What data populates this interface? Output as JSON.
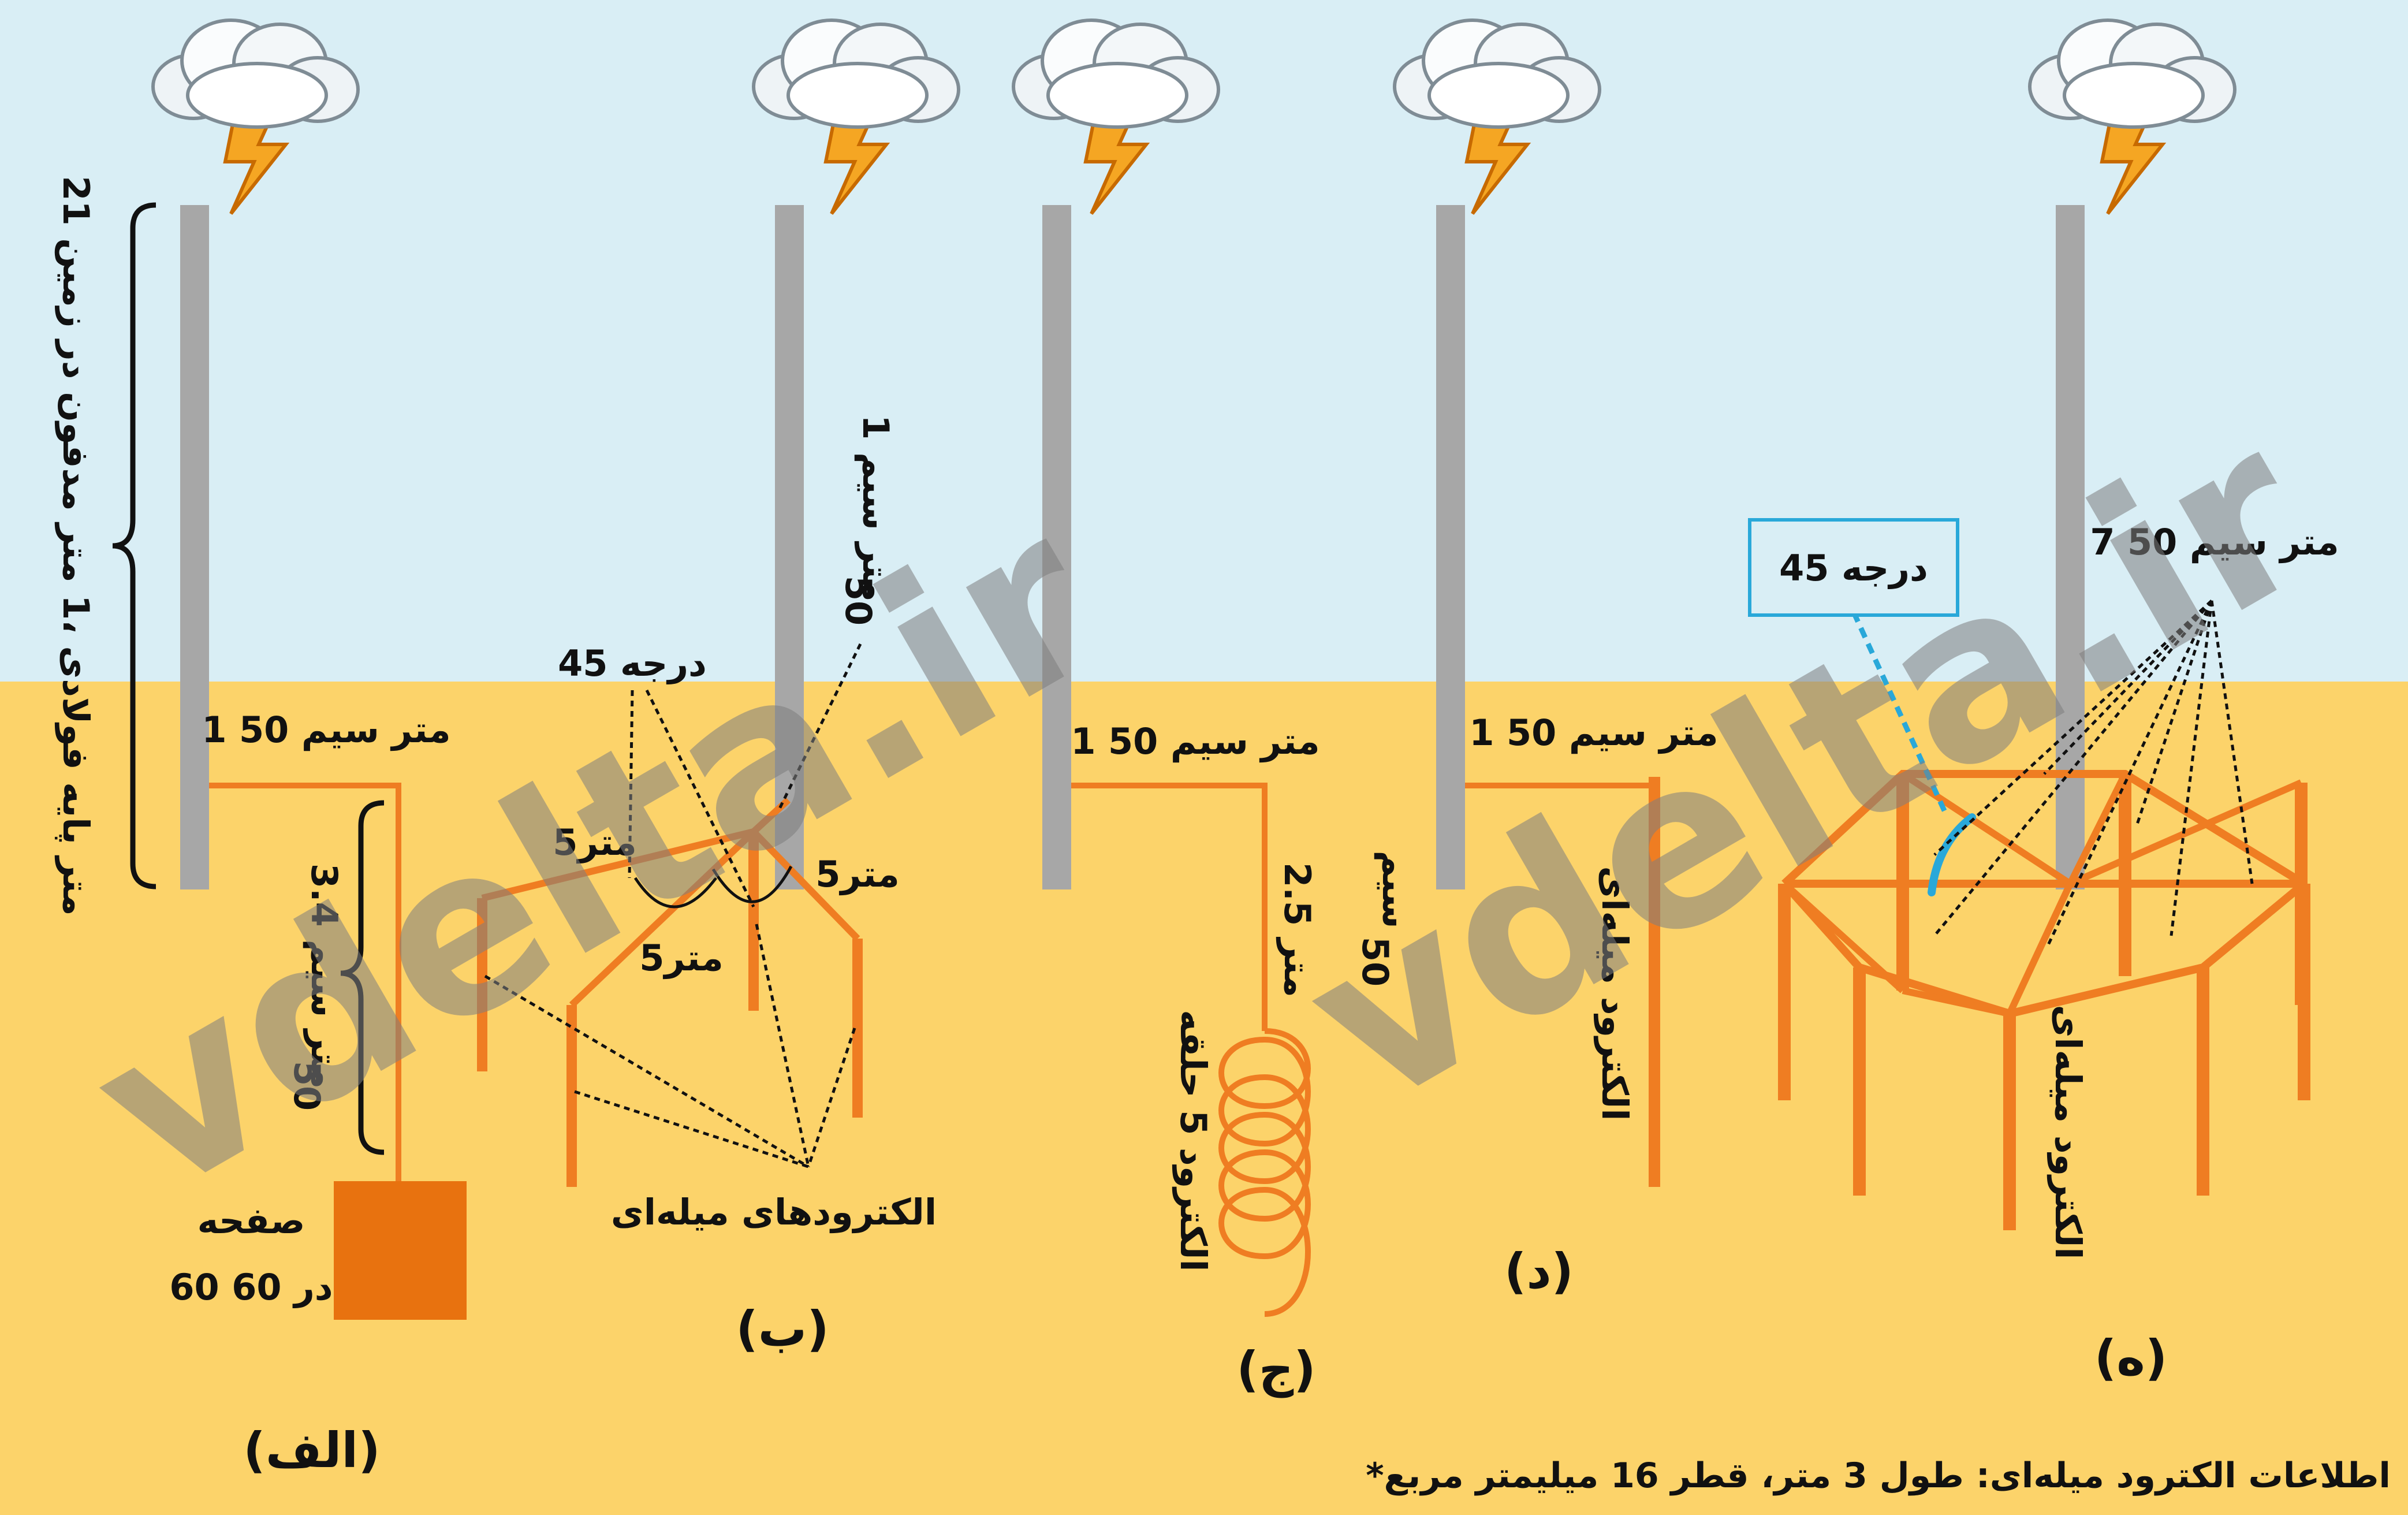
{
  "watermark": "vdelta.ir",
  "labels": {
    "alef_steel": "21 متر پایه فولادی ،1 متر مدفون در زمین",
    "alef_wire": "1 متر سیم 50",
    "alef_wire_down": "3.4 متر سیم",
    "alef_wire_down_num": "50",
    "alef_plate_1": "صفحه",
    "alef_plate_2": "60 در 60",
    "alef_caption": "(الف)",
    "be_angle": "45 درجه",
    "be_wire_top": "1 متر سیم",
    "be_wire_top_num": "50",
    "be_5m_1": "5متر",
    "be_5m_2": "5متر",
    "be_5m_3": "5متر",
    "be_rods": "الکترودهای میله‌ای",
    "be_caption": "(ب)",
    "jim_wire": "1 متر سیم 50",
    "jim_down_1": "2.5 متر",
    "jim_down_2": "سیم",
    "jim_down_num": "50",
    "jim_coil": "الکترود 5 حلقه",
    "jim_caption": "(ج)",
    "dal_wire": "1 متر سیم 50",
    "dal_rod": "الکترود میله‌ای",
    "dal_caption": "(د)",
    "he_angle": "45 درجه",
    "he_wire": "7 متر سیم 50",
    "he_rod": "الکترود میله‌ای",
    "he_caption": "(ه)",
    "footnote": "*اطلاعات الکترود میله‌ای: طول 3 متر، قطر 16 میلیمتر مربع"
  },
  "colors": {
    "sky": "#d9eef5",
    "ground": "#fcd36a",
    "pole": "#a7a7a7",
    "conductor": "#ef7d22",
    "plate": "#e8720f",
    "highlight": "#29a8d9",
    "bolt": "#f5a623",
    "cloud": "#ffffff"
  },
  "icons": [
    "storm-cloud-icon",
    "lightning-bolt-icon"
  ]
}
